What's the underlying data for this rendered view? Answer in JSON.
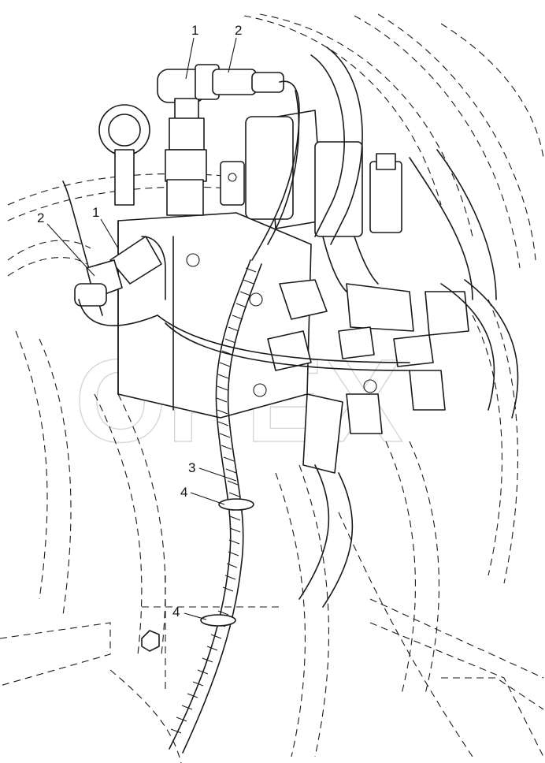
{
  "watermark": "OPEX",
  "callouts": [
    {
      "id": "callout-1-top",
      "text": "1"
    },
    {
      "id": "callout-2-top",
      "text": "2"
    },
    {
      "id": "callout-1-left",
      "text": "1"
    },
    {
      "id": "callout-2-left",
      "text": "2"
    },
    {
      "id": "callout-3",
      "text": "3"
    },
    {
      "id": "callout-4-upper",
      "text": "4"
    },
    {
      "id": "callout-4-lower",
      "text": "4"
    }
  ]
}
